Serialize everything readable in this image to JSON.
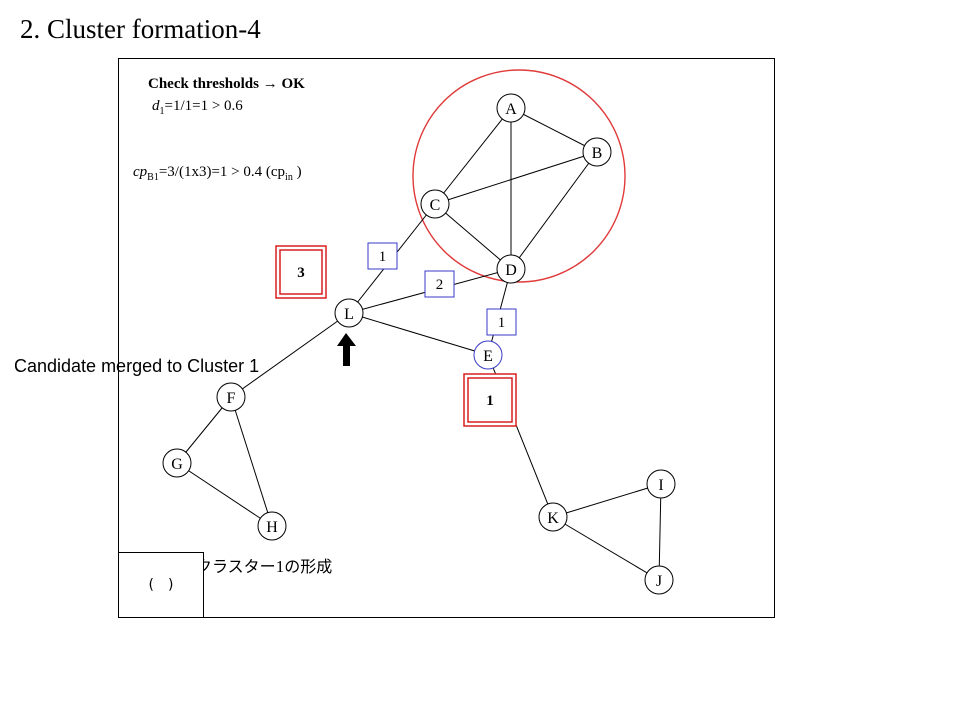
{
  "slide": {
    "title": "2. Cluster formation-4",
    "check_label": "Check thresholds",
    "check_result": "OK",
    "arrow_glyph": "→",
    "eq1_var": "d",
    "eq1_sub": "1",
    "eq1_rest": "=1/1=1 > 0.6",
    "eq2_var": "cp",
    "eq2_sub": "B1",
    "eq2_rest": "=3/(1x3)=1 > 0.4 (cp",
    "eq2_sub2": "in",
    "eq2_end": " )",
    "caption": "Candidate merged to Cluster 1",
    "jp_label": "クラスター",
    "jp_number": "1",
    "jp_suffix": "の形成",
    "box_label": "( )"
  },
  "nodes": [
    {
      "id": "A",
      "label": "A"
    },
    {
      "id": "B",
      "label": "B"
    },
    {
      "id": "C",
      "label": "C"
    },
    {
      "id": "D",
      "label": "D"
    },
    {
      "id": "L",
      "label": "L"
    },
    {
      "id": "E",
      "label": "E"
    },
    {
      "id": "F",
      "label": "F"
    },
    {
      "id": "G",
      "label": "G"
    },
    {
      "id": "H",
      "label": "H"
    },
    {
      "id": "K",
      "label": "K"
    },
    {
      "id": "I",
      "label": "I"
    },
    {
      "id": "J",
      "label": "J"
    }
  ],
  "edges": [
    [
      "A",
      "B"
    ],
    [
      "A",
      "C"
    ],
    [
      "A",
      "D"
    ],
    [
      "B",
      "C"
    ],
    [
      "B",
      "D"
    ],
    [
      "C",
      "D"
    ],
    [
      "C",
      "L"
    ],
    [
      "D",
      "L"
    ],
    [
      "D",
      "E"
    ],
    [
      "L",
      "E"
    ],
    [
      "L",
      "F"
    ],
    [
      "F",
      "G"
    ],
    [
      "F",
      "H"
    ],
    [
      "G",
      "H"
    ],
    [
      "E",
      "K"
    ],
    [
      "K",
      "I"
    ],
    [
      "K",
      "J"
    ],
    [
      "I",
      "J"
    ]
  ],
  "edge_labels": [
    "1",
    "2",
    "1"
  ],
  "red_boxes": [
    "3",
    "1"
  ],
  "colors": {
    "node_border": "#000000",
    "highlight_node_border": "#3a3ac8",
    "cluster_circle": "#e03a3a",
    "red_box": "#d82020"
  }
}
